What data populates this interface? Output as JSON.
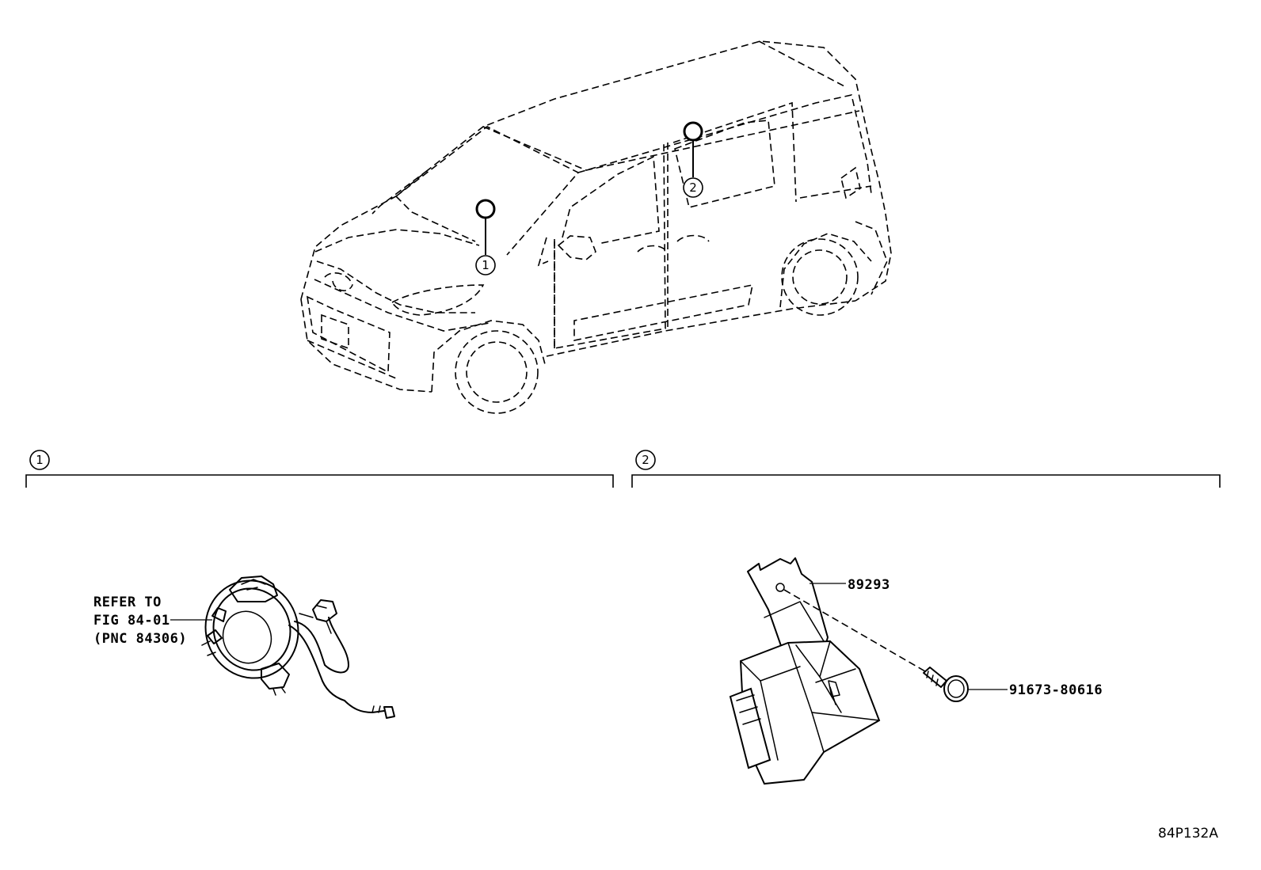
{
  "callouts": {
    "one": "1",
    "two": "2"
  },
  "section1": {
    "number": "1",
    "note_line1": "REFER TO",
    "note_line2": "FIG 84-01",
    "note_line3": "(PNC 84306)"
  },
  "section2": {
    "number": "2",
    "part_bracket": "89293",
    "part_bolt": "91673-80616"
  },
  "figure_id": "84P132A"
}
